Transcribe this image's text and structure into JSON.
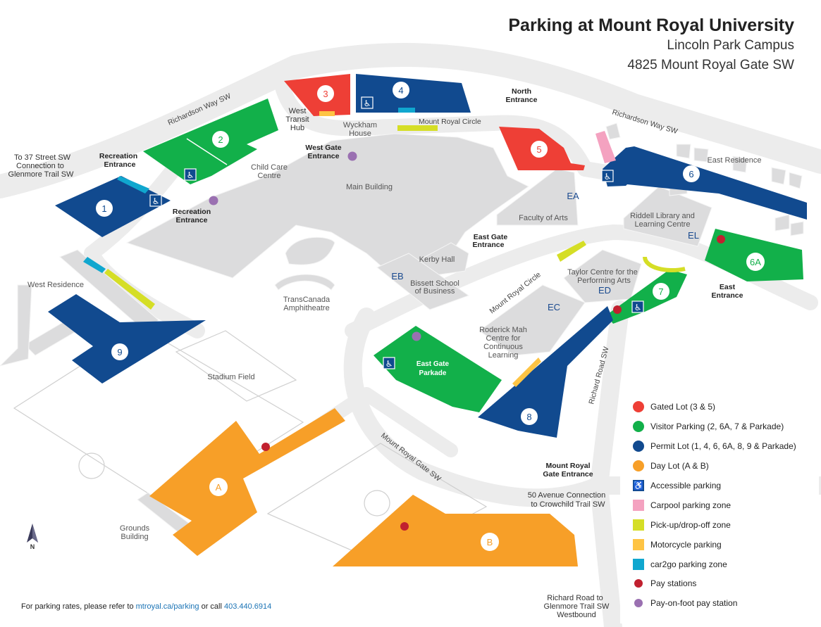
{
  "header": {
    "title": "Parking at Mount Royal University",
    "campus": "Lincoln Park Campus",
    "address": "4825 Mount Royal Gate SW"
  },
  "colors": {
    "gated": "#ee3f36",
    "visitor": "#12b04a",
    "permit": "#114a8f",
    "day": "#f79f28",
    "carpool": "#f4a2c0",
    "pickup": "#d5de26",
    "motorcycle": "#fec444",
    "car2go": "#10a7cf",
    "pay_station": "#c1202f",
    "pay_on_foot": "#9a70b1"
  },
  "lots": {
    "l1": "1",
    "l2": "2",
    "l3": "3",
    "l4": "4",
    "l5": "5",
    "l6": "6",
    "l6a": "6A",
    "l7": "7",
    "l8": "8",
    "l9": "9",
    "la": "A",
    "lb": "B",
    "parkade_1": "East Gate",
    "parkade_2": "Parkade"
  },
  "roads": {
    "richardson_west": "Richardson Way SW",
    "richardson_east": "Richardson Way SW",
    "mrc_north": "Mount Royal Circle",
    "mrc_south": "Mount Royal Circle",
    "mrg": "Mount Royal Gate SW",
    "richard_road": "Richard Road SW"
  },
  "labels": {
    "to37_1": "To 37 Street SW",
    "to37_2": "Connection to",
    "to37_3": "Glenmore Trail SW",
    "rec1_1": "Recreation",
    "rec1_2": "Entrance",
    "rec2_1": "Recreation",
    "rec2_2": "Entrance",
    "wth_1": "West",
    "wth_2": "Transit",
    "wth_3": "Hub",
    "wyck_1": "Wyckham",
    "wyck_2": "House",
    "wge_1": "West Gate",
    "wge_2": "Entrance",
    "ne_1": "North",
    "ne_2": "Entrance",
    "child_1": "Child Care",
    "child_2": "Centre",
    "main": "Main Building",
    "ea": "EA",
    "arts": "Faculty of Arts",
    "east_res": "East Residence",
    "riddell_1": "Riddell Library and",
    "riddell_2": "Learning Centre",
    "el": "EL",
    "ege_1": "East Gate",
    "ege_2": "Entrance",
    "kerby": "Kerby Hall",
    "eb": "EB",
    "bissett_1": "Bissett School",
    "bissett_2": "of Business",
    "amph_1": "TransCanada",
    "amph_2": "Amphitheatre",
    "west_res": "West Residence",
    "taylor_1": "Taylor Centre for the",
    "taylor_2": "Performing Arts",
    "ed": "ED",
    "ec": "EC",
    "ee_1": "East",
    "ee_2": "Entrance",
    "mah_1": "Roderick Mah",
    "mah_2": "Centre for",
    "mah_3": "Continuous",
    "mah_4": "Learning",
    "stadium": "Stadium Field",
    "mrge_1": "Mount Royal",
    "mrge_2": "Gate Entrance",
    "ave50_1": "50 Avenue Connection",
    "ave50_2": "to Crowchild Trail SW",
    "grounds_1": "Grounds",
    "grounds_2": "Building",
    "rr_1": "Richard Road to",
    "rr_2": "Glenmore Trail SW",
    "rr_3": "Westbound",
    "north": "N"
  },
  "legend": [
    {
      "label": "Gated Lot (3 & 5)",
      "icon": "circle",
      "color": "#ee3f36"
    },
    {
      "label": "Visitor Parking (2, 6A, 7 & Parkade)",
      "icon": "circle",
      "color": "#12b04a"
    },
    {
      "label": "Permit Lot (1, 4, 6, 6A, 8, 9 & Parkade)",
      "icon": "circle",
      "color": "#114a8f"
    },
    {
      "label": "Day Lot (A & B)",
      "icon": "circle",
      "color": "#f79f28"
    },
    {
      "label": "Accessible parking",
      "icon": "wheelchair",
      "color": "#114a8f"
    },
    {
      "label": "Carpool parking zone",
      "icon": "square",
      "color": "#f4a2c0"
    },
    {
      "label": "Pick-up/drop-off zone",
      "icon": "square",
      "color": "#d5de26"
    },
    {
      "label": "Motorcycle parking",
      "icon": "square",
      "color": "#fec444"
    },
    {
      "label": "car2go parking zone",
      "icon": "square",
      "color": "#10a7cf"
    },
    {
      "label": "Pay stations",
      "icon": "dot",
      "color": "#c1202f"
    },
    {
      "label": "Pay-on-foot pay station",
      "icon": "dot",
      "color": "#9a70b1"
    }
  ],
  "footer": {
    "prefix": "For parking rates, please refer to",
    "link": "mtroyal.ca/parking",
    "middle": "or call",
    "phone": "403.440.6914"
  }
}
